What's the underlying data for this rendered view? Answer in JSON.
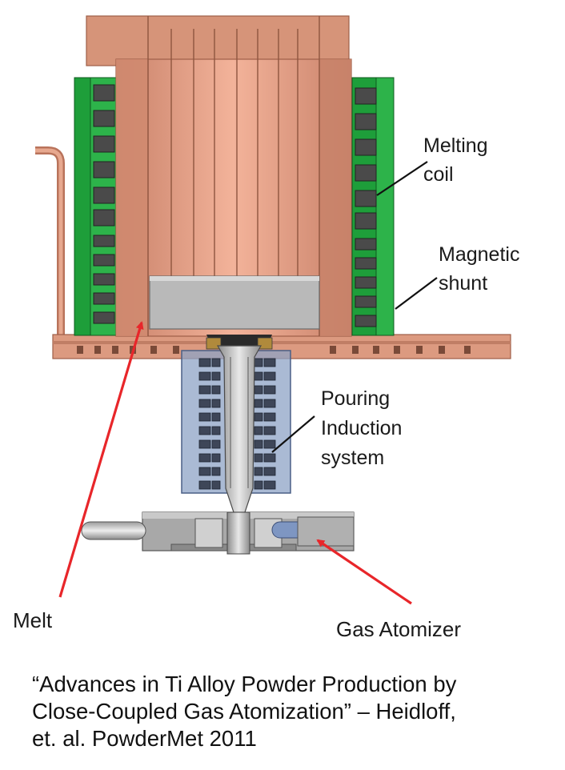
{
  "labels": {
    "melting_coil_l1": "Melting",
    "melting_coil_l2": "coil",
    "magnetic_shunt_l1": "Magnetic",
    "magnetic_shunt_l2": "shunt",
    "pouring_l1": "Pouring",
    "pouring_l2": "Induction",
    "pouring_l3": "system",
    "melt": "Melt",
    "gas_atomizer": "Gas Atomizer"
  },
  "citation": {
    "line1": "“Advances in Ti Alloy Powder Production by",
    "line2": "Close-Coupled Gas Atomization” – Heidloff,",
    "line3": "et. al. PowderMet 2011"
  },
  "colors": {
    "copper": "#dc9a80",
    "copper_dark": "#b9735b",
    "coil_green": "#1e9e3a",
    "coil_block": "#4a4a4a",
    "melt_gray": "#b9b9b9",
    "pouring_blue": "#8da3c6",
    "arrow_red": "#e8262a"
  }
}
